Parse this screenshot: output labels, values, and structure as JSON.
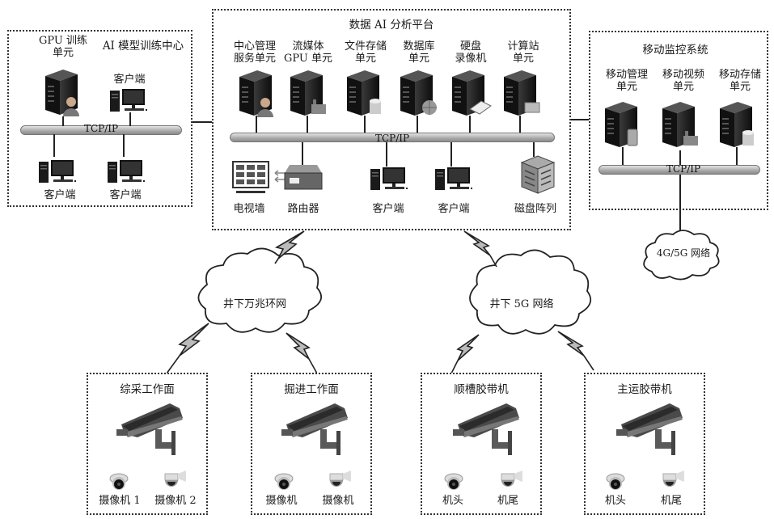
{
  "bus_label": "TCP/IP",
  "training_center": {
    "title": "AI 模型训练中心",
    "gpu_unit": "GPU 训练\n单元",
    "client_top": "客户端",
    "client_bottom_left": "客户端",
    "client_bottom_right": "客户端"
  },
  "platform": {
    "title": "数据 AI 分析平台",
    "servers": [
      {
        "label": "中心管理\n服务单元",
        "icon": "user-icon"
      },
      {
        "label": "流媒体\nGPU 单元",
        "icon": "media-icon"
      },
      {
        "label": "文件存储\n单元",
        "icon": "cylinder-icon"
      },
      {
        "label": "数据库\n单元",
        "icon": "globe-icon"
      },
      {
        "label": "硬盘\n录像机",
        "icon": "book-icon"
      },
      {
        "label": "计算站\n单元",
        "icon": "devices-icon"
      }
    ],
    "tv_wall": "电视墙",
    "router": "路由器",
    "client_1": "客户端",
    "client_2": "客户端",
    "disk_array": "磁盘阵列"
  },
  "mobile": {
    "title": "移动监控系统",
    "units": [
      {
        "label": "移动管理\n单元",
        "icon": "phone-icon"
      },
      {
        "label": "移动视频\n单元",
        "icon": "media-icon"
      },
      {
        "label": "移动存储\n单元",
        "icon": "cylinder-icon"
      }
    ],
    "network": "4G/5G 网络"
  },
  "clouds": {
    "ring": "井下万兆环网",
    "fiveg": "井下 5G 网络"
  },
  "sites": [
    {
      "title": "综采工作面",
      "cam_left": "摄像机 1",
      "cam_right": "摄像机 2"
    },
    {
      "title": "掘进工作面",
      "cam_left": "摄像机",
      "cam_right": "摄像机"
    },
    {
      "title": "顺槽胶带机",
      "cam_left": "机头",
      "cam_right": "机尾"
    },
    {
      "title": "主运胶带机",
      "cam_left": "机头",
      "cam_right": "机尾"
    }
  ]
}
